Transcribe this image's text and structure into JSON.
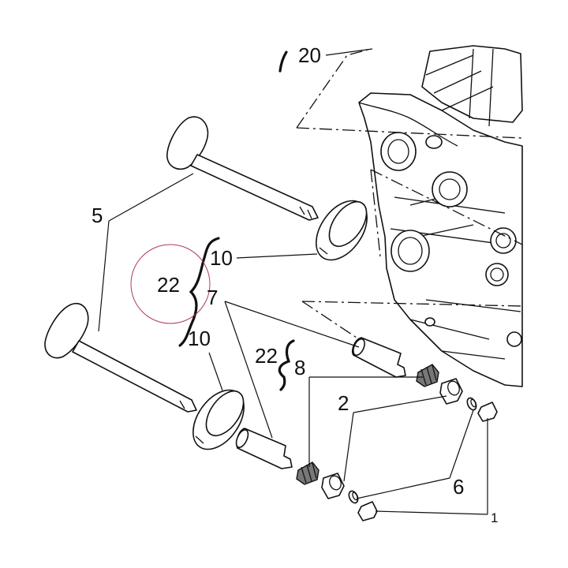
{
  "diagram": {
    "accent_circle_color": "#b03a55",
    "callouts": [
      {
        "id": "callout-20",
        "text": "20"
      },
      {
        "id": "callout-5",
        "text": "5"
      },
      {
        "id": "callout-10-upper",
        "text": "10"
      },
      {
        "id": "callout-22-main",
        "text": "22"
      },
      {
        "id": "callout-7",
        "text": "7"
      },
      {
        "id": "callout-10-lower",
        "text": "10"
      },
      {
        "id": "callout-22-secondary",
        "text": "22"
      },
      {
        "id": "callout-8",
        "text": "8"
      },
      {
        "id": "callout-2",
        "text": "2"
      },
      {
        "id": "callout-6",
        "text": "6"
      },
      {
        "id": "callout-1",
        "text": "1"
      }
    ]
  }
}
